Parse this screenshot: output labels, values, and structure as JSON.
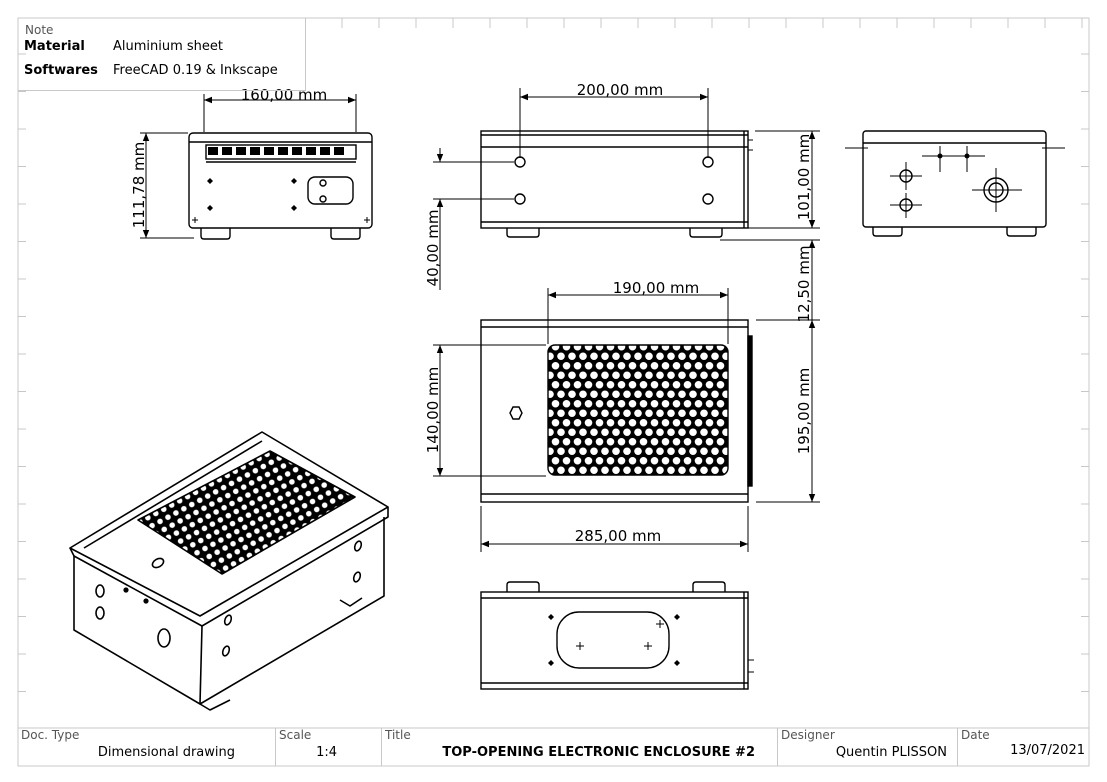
{
  "note": {
    "title": "Note",
    "rows": [
      {
        "key": "Material",
        "value": "Aluminium sheet"
      },
      {
        "key": "Softwares",
        "value": "FreeCAD 0.19 & Inkscape"
      }
    ]
  },
  "dimensions": {
    "side_width": "160,00 mm",
    "side_height": "111,78 mm",
    "front_width": "200,00 mm",
    "front_height": "101,00 mm",
    "hole_offset": "40,00 mm",
    "foot_height": "12,50 mm",
    "top_grid_width": "190,00 mm",
    "top_grid_height": "140,00 mm",
    "top_depth": "195,00 mm",
    "top_length": "285,00 mm"
  },
  "title_block": {
    "doc_type_label": "Doc. Type",
    "doc_type": "Dimensional drawing",
    "scale_label": "Scale",
    "scale": "1:4",
    "title_label": "Title",
    "title": "TOP-OPENING ELECTRONIC ENCLOSURE #2",
    "designer_label": "Designer",
    "designer": "Quentin PLISSON",
    "date_label": "Date",
    "date": "13/07/2021"
  },
  "colors": {
    "line": "#000000",
    "frame": "#c8c8c8"
  }
}
